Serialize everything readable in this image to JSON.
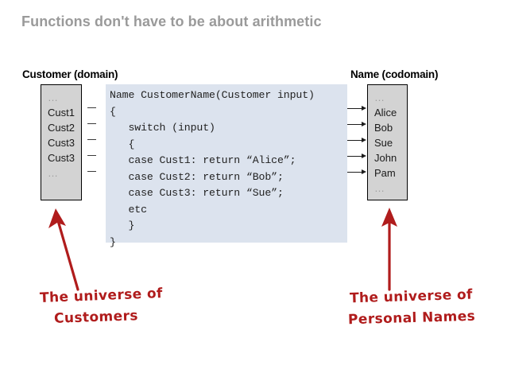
{
  "slide": {
    "title": "Functions don't have to be about arithmetic",
    "title_color": "#9a9a9a",
    "background": "#ffffff"
  },
  "domain": {
    "label": "Customer (domain)",
    "box_fill": "#d3d3d3",
    "items": [
      {
        "text": "…",
        "muted": true
      },
      {
        "text": "Cust1",
        "muted": false
      },
      {
        "text": "Cust2",
        "muted": false
      },
      {
        "text": "Cust3",
        "muted": false
      },
      {
        "text": "Cust3",
        "muted": false
      },
      {
        "text": "…",
        "muted": true
      }
    ]
  },
  "codomain": {
    "label": "Name (codomain)",
    "box_fill": "#d3d3d3",
    "items": [
      {
        "text": "…",
        "muted": true
      },
      {
        "text": "Alice",
        "muted": false
      },
      {
        "text": "Bob",
        "muted": false
      },
      {
        "text": "Sue",
        "muted": false
      },
      {
        "text": "John",
        "muted": false
      },
      {
        "text": "Pam",
        "muted": false
      },
      {
        "text": "…",
        "muted": true
      }
    ]
  },
  "code": {
    "background": "#dce3ee",
    "lines": [
      "Name CustomerName(Customer input)",
      "{",
      "   switch (input)",
      "   {",
      "   case Cust1: return “Alice”;",
      "   case Cust2: return “Bob”;",
      "   case Cust3: return “Sue”;",
      "   etc",
      "   }",
      "}"
    ]
  },
  "annotations": {
    "color": "#b01c1c",
    "left": {
      "line1": "The universe of",
      "line2": "Customers"
    },
    "right": {
      "line1": "The universe of",
      "line2": "Personal Names"
    }
  }
}
